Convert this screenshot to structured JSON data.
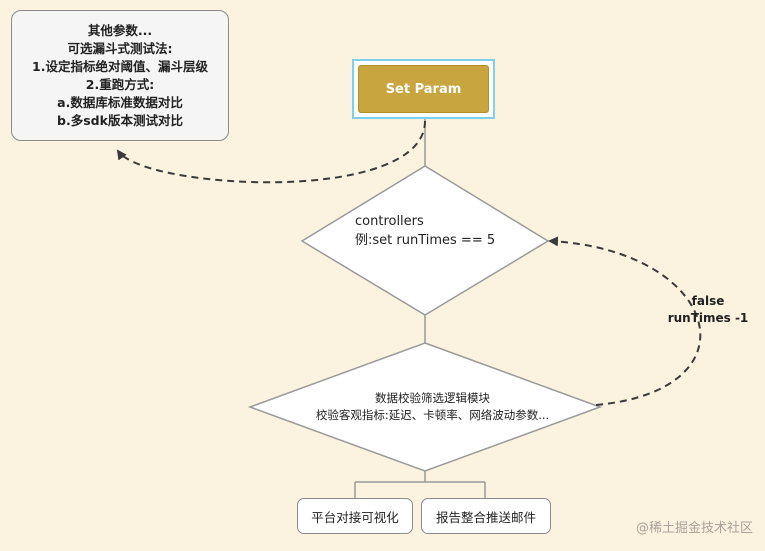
{
  "note": {
    "lines": [
      "其他参数...",
      "可选漏斗式测试法:",
      "1.设定指标绝对阈值、漏斗层级",
      "2.重跑方式:",
      "a.数据库标准数据对比",
      "b.多sdk版本测试对比"
    ]
  },
  "set_param": {
    "label": "Set Param"
  },
  "decision_controllers": {
    "line1": "controllers",
    "line2": "例:set  runTimes == 5"
  },
  "decision_validation": {
    "line1": "数据校验筛选逻辑模块",
    "line2": "校验客观指标:延迟、卡顿率、网络波动参数..."
  },
  "loop_label": {
    "line1": "false",
    "line2": "runTimes -1"
  },
  "outputs": {
    "platform": "平台对接可视化",
    "report": "报告整合推送邮件"
  },
  "watermark": "@稀土掘金技术社区",
  "colors": {
    "background": "#fbf3df",
    "set_param_fill": "#c9a53f",
    "set_param_border": "#7fd0ee",
    "line": "#9a9a9a",
    "dashed_arrow": "#3a3a3a"
  }
}
